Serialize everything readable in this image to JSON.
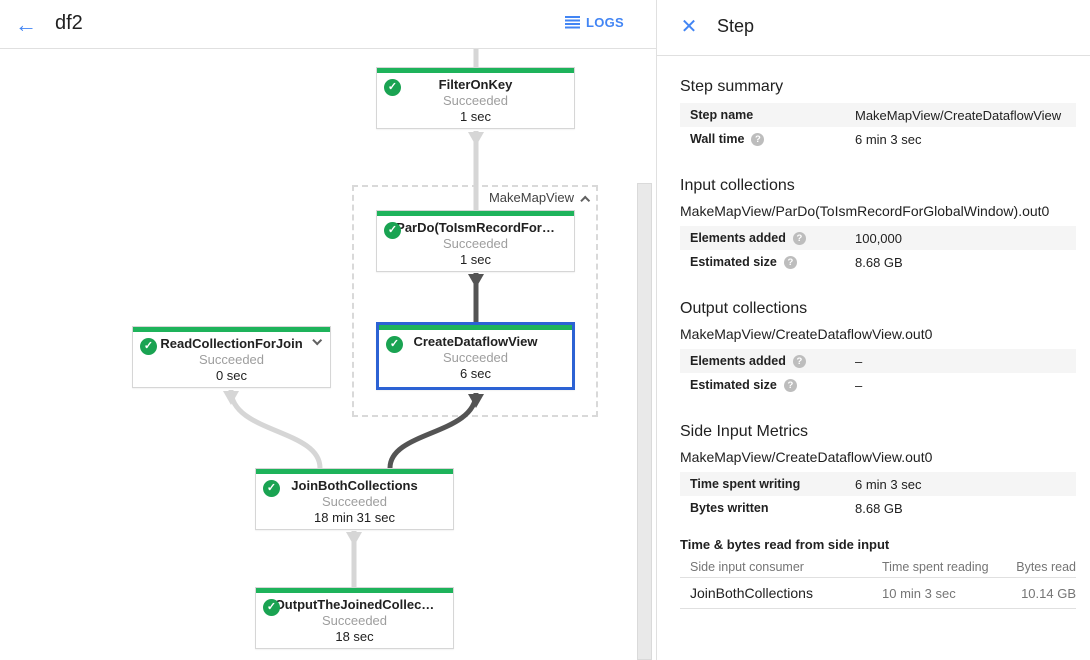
{
  "toolbar": {
    "back_icon": "arrow-left",
    "title": "df2",
    "logs_label": "LOGS"
  },
  "panel": {
    "close_icon": "close-x",
    "title": "Step",
    "step_summary": {
      "heading": "Step summary",
      "rows": [
        {
          "label": "Step name",
          "value": "MakeMapView/CreateDataflowView"
        },
        {
          "label": "Wall time",
          "value": "6 min 3 sec"
        }
      ]
    },
    "input_collections": {
      "heading": "Input collections",
      "collection": "MakeMapView/ParDo(ToIsmRecordForGlobalWindow).out0",
      "rows": [
        {
          "label": "Elements added",
          "value": "100,000"
        },
        {
          "label": "Estimated size",
          "value": "8.68 GB"
        }
      ]
    },
    "output_collections": {
      "heading": "Output collections",
      "collection": "MakeMapView/CreateDataflowView.out0",
      "rows": [
        {
          "label": "Elements added",
          "value": "–"
        },
        {
          "label": "Estimated size",
          "value": "–"
        }
      ]
    },
    "side_input_metrics": {
      "heading": "Side Input Metrics",
      "collection": "MakeMapView/CreateDataflowView.out0",
      "rows": [
        {
          "label": "Time spent writing",
          "value": "6 min 3 sec"
        },
        {
          "label": "Bytes written",
          "value": "8.68 GB"
        }
      ]
    },
    "side_input_table": {
      "heading": "Time & bytes read from side input",
      "columns": [
        "Side input consumer",
        "Time spent reading",
        "Bytes read"
      ],
      "rows": [
        {
          "consumer": "JoinBothCollections",
          "time": "10 min 3 sec",
          "bytes": "10.14 GB"
        }
      ]
    }
  },
  "graph": {
    "group_label": "MakeMapView",
    "nodes": [
      {
        "title": "FilterOnKey",
        "status": "Succeeded",
        "time": "1 sec"
      },
      {
        "title": "ParDo(ToIsmRecordFor…",
        "status": "Succeeded",
        "time": "1 sec"
      },
      {
        "title": "CreateDataflowView",
        "status": "Succeeded",
        "time": "6 sec"
      },
      {
        "title": "ReadCollectionForJoin",
        "status": "Succeeded",
        "time": "0 sec"
      },
      {
        "title": "JoinBothCollections",
        "status": "Succeeded",
        "time": "18 min 31 sec"
      },
      {
        "title": "OutputTheJoinedCollec…",
        "status": "Succeeded",
        "time": "18 sec"
      }
    ],
    "check_icon": "success-check",
    "colors": {
      "success_green": "#1eb35b",
      "selected_blue": "#2c62d4",
      "edge_light": "#d6d6d6",
      "edge_dark": "#545454"
    }
  }
}
